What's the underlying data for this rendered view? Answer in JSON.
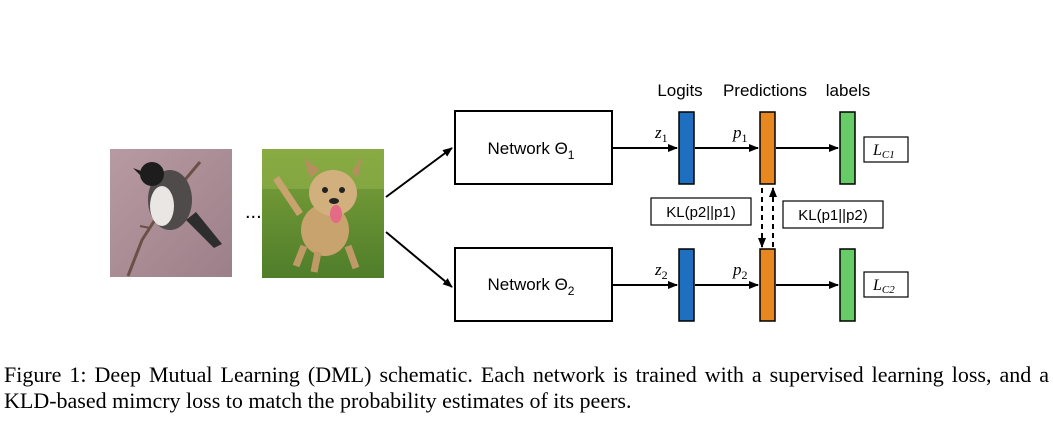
{
  "header_labels": {
    "logits": "Logits",
    "predictions": "Predictions",
    "labels": "labels"
  },
  "ellipsis": "...",
  "network1": {
    "prefix": "Network Θ",
    "sub": "1"
  },
  "network2": {
    "prefix": "Network Θ",
    "sub": "2"
  },
  "z1": {
    "base": "z",
    "sub": "1"
  },
  "z2": {
    "base": "z",
    "sub": "2"
  },
  "p1": {
    "base": "p",
    "sub": "1"
  },
  "p2": {
    "base": "p",
    "sub": "2"
  },
  "loss1": {
    "base": "L",
    "sub": "C1"
  },
  "loss2": {
    "base": "L",
    "sub": "C2"
  },
  "kl_left": "KL(p2||p1)",
  "kl_right": "KL(p1||p2)",
  "caption": "Figure 1: Deep Mutual Learning (DML) schematic.  Each network is trained with a supervised learning loss, and a KLD-based mimcry loss to match the probability estimates of its peers.",
  "colors": {
    "logit_bar": "#1f6fc0",
    "prediction_bar": "#e8861f",
    "label_bar": "#66cc66",
    "stroke": "#000000"
  },
  "images": {
    "bird": "bird-photo",
    "dog": "dog-photo"
  }
}
